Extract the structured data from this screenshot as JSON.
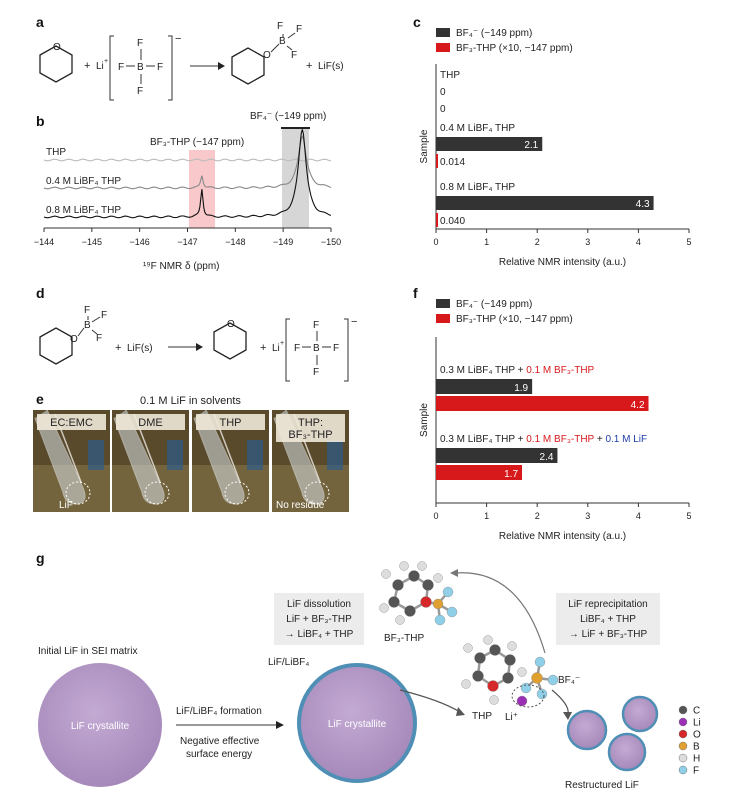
{
  "panels": {
    "a": "a",
    "b": "b",
    "c": "c",
    "d": "d",
    "e": "e",
    "f": "f",
    "g": "g"
  },
  "panel_a": {
    "plus1": "+",
    "li": "Li",
    "li_sup": "+",
    "f": "F",
    "b": "B",
    "o": "O",
    "bracket_minus": "−",
    "plus2": "+",
    "lif": "LiF(s)"
  },
  "panel_b": {
    "trace_labels": [
      "THP",
      "0.4 M LiBF₄ THP",
      "0.8 M LiBF₄ THP"
    ],
    "peak_bf3": "BF₃-THP (−147 ppm)",
    "peak_bf4": "BF₄⁻ (−149 ppm)",
    "xlabel": "¹⁹F NMR δ (ppm)"
  },
  "panel_d": {
    "plus1": "+",
    "lif": "LiF(s)",
    "plus2": "+",
    "li": "Li",
    "li_sup": "+",
    "f": "F",
    "b": "B",
    "o": "O",
    "bracket_minus": "−"
  },
  "panel_e": {
    "title": "0.1 M LiF in solvents",
    "labels": [
      "EC:EMC",
      "DME",
      "THP",
      "THP:\nBF₃-THP"
    ],
    "lif_note": "LiF",
    "no_residue": "No residue"
  },
  "panel_g": {
    "initial_label": "Initial LiF in SEI matrix",
    "crystallite": "LiF crystallite",
    "arrow_top": "LiF/LiBF₄ formation",
    "arrow_bottom_1": "Negative effective",
    "arrow_bottom_2": "surface energy",
    "shell_label": "LiF/LiBF₄",
    "dissolution_title": "LiF dissolution",
    "dissolution_1": "LiF + BF₃-THP",
    "dissolution_2": "→ LiBF₄ + THP",
    "reprec_title": "LiF reprecipitation",
    "reprec_1": "LiBF₄ + THP",
    "reprec_2": "→ LiF + BF₃-THP",
    "bf3thp": "BF₃-THP",
    "thp": "THP",
    "bf4": "BF₄⁻",
    "li": "Li⁺",
    "restructured": "Restructured LiF",
    "legend": [
      {
        "label": "C",
        "color": "#555555"
      },
      {
        "label": "Li",
        "color": "#9b2fb5"
      },
      {
        "label": "O",
        "color": "#d62828"
      },
      {
        "label": "B",
        "color": "#e0a030"
      },
      {
        "label": "H",
        "color": "#dddddd"
      },
      {
        "label": "F",
        "color": "#8fd0e8"
      }
    ]
  },
  "colors": {
    "bf4": "#333333",
    "bf3": "#d7191c",
    "crystal": "#b79bc9",
    "shell": "#4f8fb5",
    "li_blue": "#1f3fa8"
  },
  "chart_data": [
    {
      "id": "b",
      "type": "line",
      "xlabel": "¹⁹F NMR δ (ppm)",
      "xticks": [
        -144,
        -145,
        -146,
        -147,
        -148,
        -149,
        -150
      ],
      "xlim": [
        -144,
        -150
      ],
      "series": [
        {
          "name": "THP",
          "color": "#bbbbbb",
          "peaks": []
        },
        {
          "name": "0.4 M LiBF₄ THP",
          "color": "#888888",
          "peaks": [
            {
              "x": -147.3,
              "h": 0.22
            },
            {
              "x": -149.4,
              "h": 0.9
            }
          ]
        },
        {
          "name": "0.8 M LiBF₄ THP",
          "color": "#111111",
          "peaks": [
            {
              "x": -147.3,
              "h": 0.32
            },
            {
              "x": -149.4,
              "h": 1.0
            }
          ]
        }
      ]
    },
    {
      "id": "c",
      "type": "bar",
      "legend": [
        "BF₄⁻ (−149 ppm)",
        "BF₃-THP (×10, −147 ppm)"
      ],
      "xlabel": "Relative NMR intensity (a.u.)",
      "ylabel": "Sample",
      "xlim": [
        0,
        5
      ],
      "xticks": [
        0,
        1,
        2,
        3,
        4,
        5
      ],
      "groups": [
        {
          "label": "THP",
          "bf4": 0,
          "bf3": 0,
          "bf4_label": "0",
          "bf3_label": "0"
        },
        {
          "label": "0.4 M LiBF₄ THP",
          "bf4": 2.1,
          "bf3": 0.014,
          "bf4_label": "2.1",
          "bf3_label": "0.014"
        },
        {
          "label": "0.8 M LiBF₄ THP",
          "bf4": 4.3,
          "bf3": 0.04,
          "bf4_label": "4.3",
          "bf3_label": "0.040"
        }
      ]
    },
    {
      "id": "f",
      "type": "bar",
      "legend": [
        "BF₄⁻ (−149 ppm)",
        "BF₃-THP (×10, −147 ppm)"
      ],
      "xlabel": "Relative NMR intensity (a.u.)",
      "ylabel": "Sample",
      "xlim": [
        0,
        5
      ],
      "xticks": [
        0,
        1,
        2,
        3,
        4,
        5
      ],
      "groups": [
        {
          "label_parts": [
            {
              "t": "0.3 M LiBF₄ THP + ",
              "c": "#222222"
            },
            {
              "t": "0.1 M BF₃-THP",
              "c": "#d7191c"
            }
          ],
          "bf4": 1.9,
          "bf3": 4.2,
          "bf4_label": "1.9",
          "bf3_label": "4.2"
        },
        {
          "label_parts": [
            {
              "t": "0.3 M LiBF₄ THP + ",
              "c": "#222222"
            },
            {
              "t": "0.1 M BF₃-THP",
              "c": "#d7191c"
            },
            {
              "t": " + ",
              "c": "#222222"
            },
            {
              "t": "0.1 M LiF",
              "c": "#1f3fa8"
            }
          ],
          "bf4": 2.4,
          "bf3": 1.7,
          "bf4_label": "2.4",
          "bf3_label": "1.7"
        }
      ]
    }
  ]
}
